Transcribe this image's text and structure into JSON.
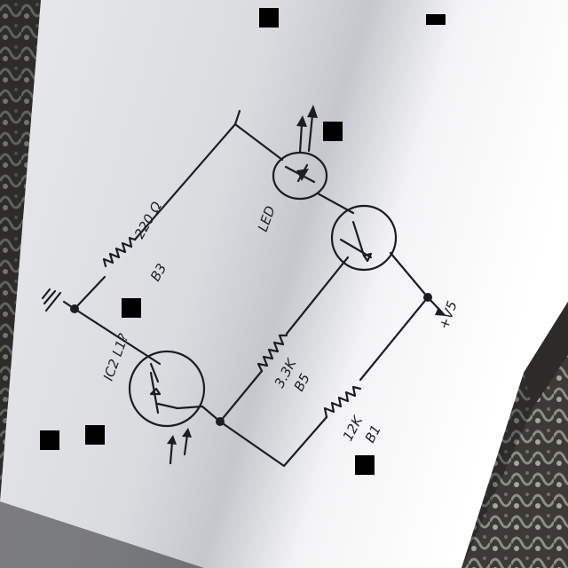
{
  "photo": {
    "paper_color": "#f2f2f4",
    "shadow_color": "#c9ccd0",
    "ink_color": "#1c1c24",
    "background": "carpet",
    "redaction_color": "#000000"
  },
  "schematic": {
    "resistor_left": {
      "value": "220 Ω",
      "part_code": "B3"
    },
    "resistor_middle": {
      "value": "3.3K",
      "part_code": "B5"
    },
    "resistor_right": {
      "value": "12K",
      "part_code": "B1"
    },
    "led_label": "LED",
    "phototransistor_label": "IC2 L1?",
    "output_label": "+V5",
    "ground_label": "⊥",
    "icons": [
      "resistor-icon",
      "led-icon",
      "transistor-icon",
      "light-arrows-icon",
      "ground-icon"
    ]
  }
}
